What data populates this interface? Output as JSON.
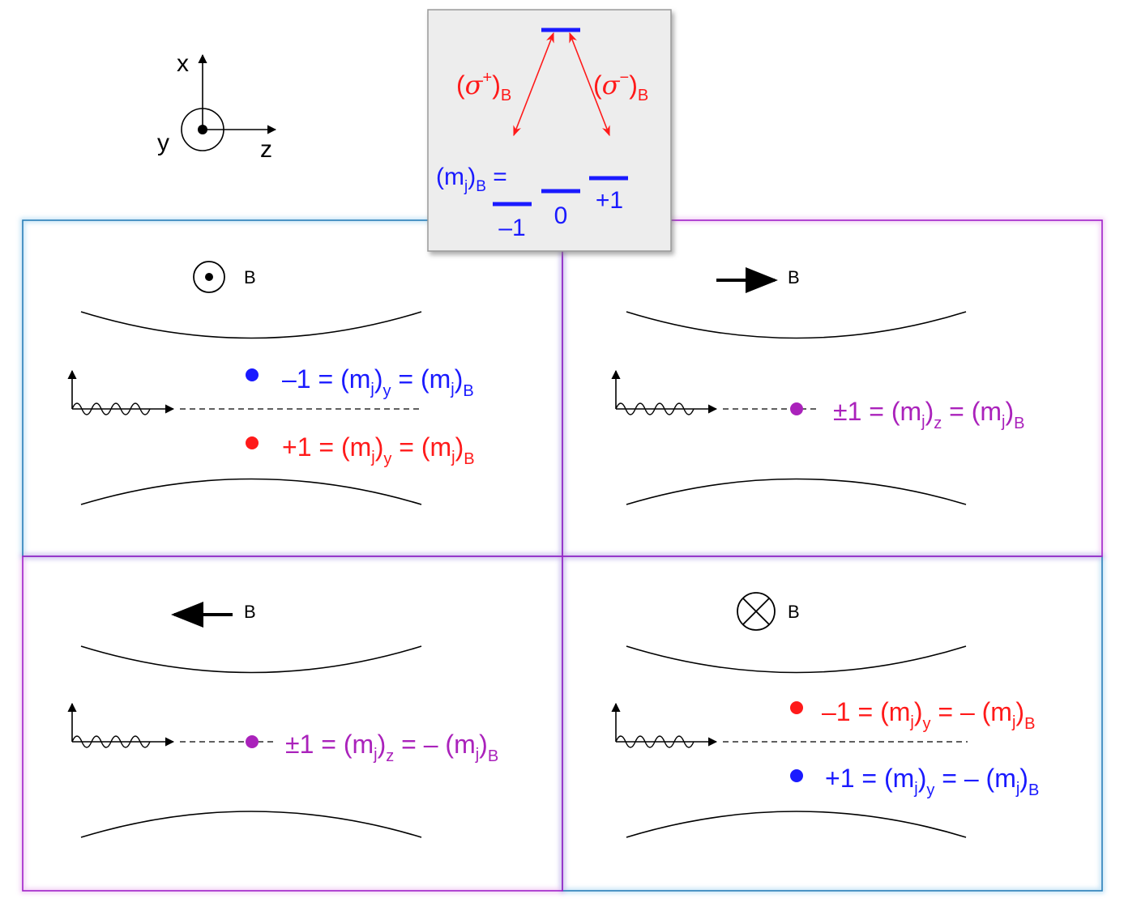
{
  "colors": {
    "blue": "#1a1aff",
    "red": "#ff1a1a",
    "purple": "#aa22bb",
    "frame_blue": "#2a7fb8",
    "frame_purple": "#a020c8",
    "inset_bg": "#ededed"
  },
  "axes": {
    "x_label": "x",
    "y_label": "y",
    "z_label": "z"
  },
  "inset": {
    "sigma": "σ",
    "plus": "+",
    "minus": "−",
    "paren_open": "(",
    "paren_close": ")",
    "sub_B": "B",
    "mj_m": "(m",
    "mj_j": "j",
    "mj_close": ")",
    "mj_equals": " =",
    "level_m1": "–1",
    "level_0": "0",
    "level_p1": "+1"
  },
  "panels": {
    "top_left": {
      "b_label": "B",
      "line1": {
        "value": "–1",
        "eq": " = ",
        "m": "(m",
        "j": "j",
        "close": ")",
        "sub1": "y",
        "rhs": " = (m",
        "sub2": "B"
      },
      "line2": {
        "value": "+1",
        "eq": " = ",
        "m": "(m",
        "j": "j",
        "close": ")",
        "sub1": "y",
        "rhs": " = (m",
        "sub2": "B"
      }
    },
    "top_right": {
      "b_label": "B",
      "line1": {
        "value": "±1",
        "eq": " = ",
        "m": "(m",
        "j": "j",
        "close": ")",
        "sub1": "z",
        "rhs": " = (m",
        "sub2": "B"
      }
    },
    "bottom_left": {
      "b_label": "B",
      "line1": {
        "value": "±1",
        "eq": " = ",
        "m": "(m",
        "j": "j",
        "close": ")",
        "sub1": "z",
        "rhs": " = – (m",
        "sub2": "B"
      }
    },
    "bottom_right": {
      "b_label": "B",
      "line1": {
        "value": "–1",
        "eq": " = ",
        "m": "(m",
        "j": "j",
        "close": ")",
        "sub1": "y",
        "rhs": " = – (m",
        "sub2": "B"
      },
      "line2": {
        "value": "+1",
        "eq": " = ",
        "m": "(m",
        "j": "j",
        "close": ")",
        "sub1": "y",
        "rhs": " = – (m",
        "sub2": "B"
      }
    }
  }
}
